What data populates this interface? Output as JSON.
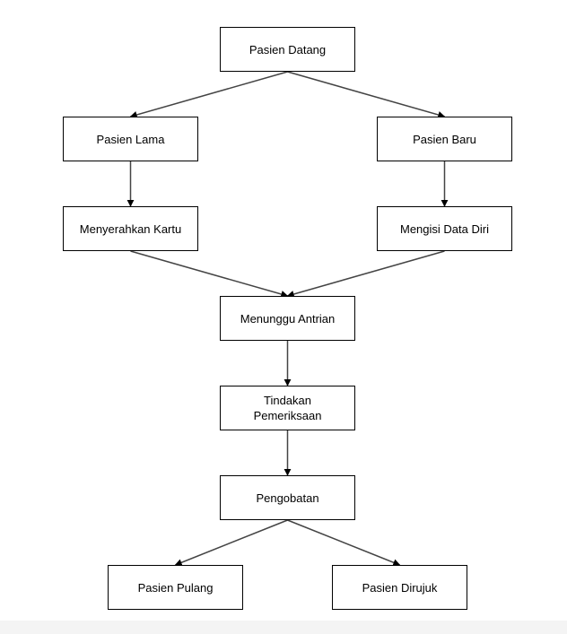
{
  "nodes": {
    "pasien_datang": "Pasien Datang",
    "pasien_lama": "Pasien Lama",
    "pasien_baru": "Pasien Baru",
    "menyerahkan_kartu": "Menyerahkan Kartu",
    "mengisi_data_diri": "Mengisi Data Diri",
    "menunggu_antrian": "Menunggu Antrian",
    "tindakan_pemeriksaan": "Tindakan Pemeriksaan",
    "pengobatan": "Pengobatan",
    "pasien_pulang": "Pasien Pulang",
    "pasien_dirujuk": "Pasien Dirujuk"
  },
  "edges": [
    {
      "from": "pasien_datang",
      "to": "pasien_lama"
    },
    {
      "from": "pasien_datang",
      "to": "pasien_baru"
    },
    {
      "from": "pasien_lama",
      "to": "menyerahkan_kartu"
    },
    {
      "from": "pasien_baru",
      "to": "mengisi_data_diri"
    },
    {
      "from": "menyerahkan_kartu",
      "to": "menunggu_antrian"
    },
    {
      "from": "mengisi_data_diri",
      "to": "menunggu_antrian"
    },
    {
      "from": "menunggu_antrian",
      "to": "tindakan_pemeriksaan"
    },
    {
      "from": "tindakan_pemeriksaan",
      "to": "pengobatan"
    },
    {
      "from": "pengobatan",
      "to": "pasien_pulang"
    },
    {
      "from": "pengobatan",
      "to": "pasien_dirujuk"
    }
  ],
  "colors": {
    "line": "#444444",
    "arrowhead": "#000000",
    "box_border": "#000000",
    "background": "#ffffff"
  }
}
